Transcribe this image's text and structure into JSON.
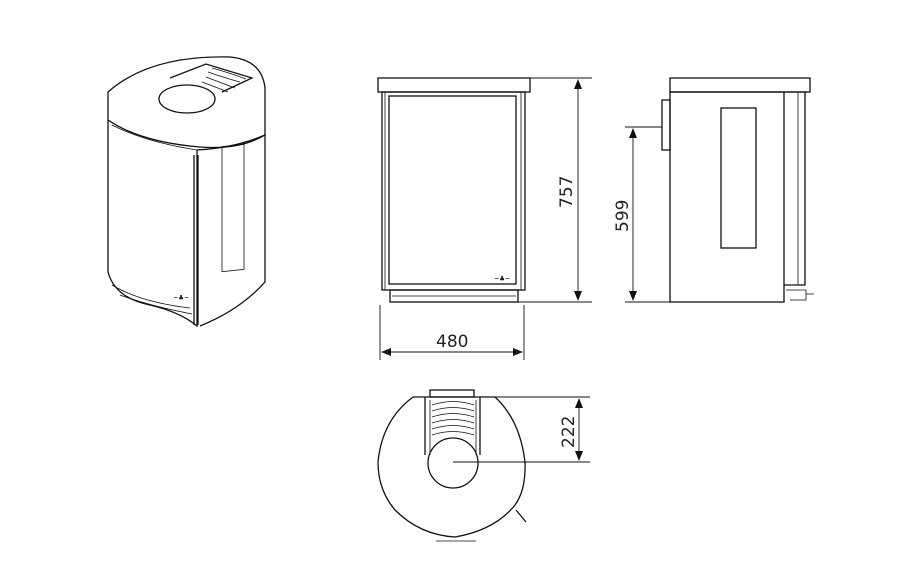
{
  "drawing": {
    "views": [
      "isometric",
      "front",
      "side",
      "top"
    ],
    "dimensions": {
      "height_total": "757",
      "width": "480",
      "flue_height": "599",
      "flue_offset": "222"
    },
    "line_color": "#111111",
    "background": "#ffffff"
  }
}
